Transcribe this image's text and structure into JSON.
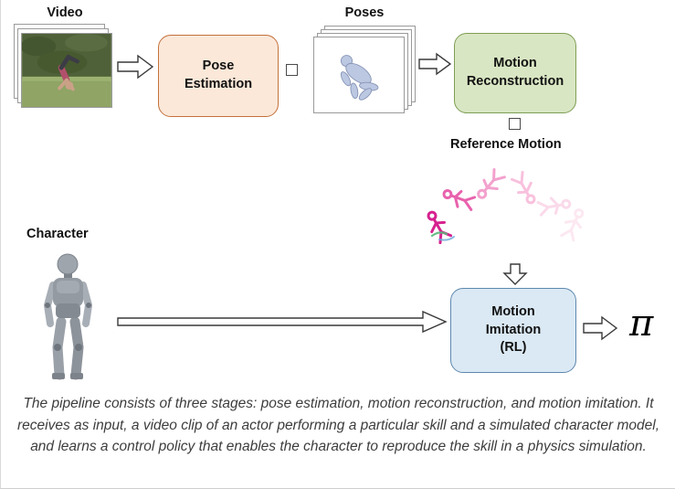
{
  "diagram": {
    "video_label": "Video",
    "poses_label": "Poses",
    "reference_motion_label": "Reference Motion",
    "character_label": "Character",
    "policy_symbol": "π",
    "boxes": {
      "pose_estimation": "Pose Estimation",
      "motion_reconstruction": "Motion Reconstruction",
      "motion_imitation": "Motion Imitation (RL)"
    },
    "colors": {
      "pose_estimation_fill": "#fbe8d9",
      "pose_estimation_border": "#c4703a",
      "motion_reconstruction_fill": "#d9e6c3",
      "motion_reconstruction_border": "#7e9e55",
      "motion_imitation_fill": "#dbe9f4",
      "motion_imitation_border": "#5e88ae",
      "reference_motion_pink": "#d6218f"
    },
    "caption": "The pipeline consists of three stages: pose estimation, motion reconstruction, and motion imitation. It receives as input, a video clip of an actor performing a particular skill and a simulated character model, and learns a control policy that enables the character to reproduce the skill in a physics simulation."
  }
}
